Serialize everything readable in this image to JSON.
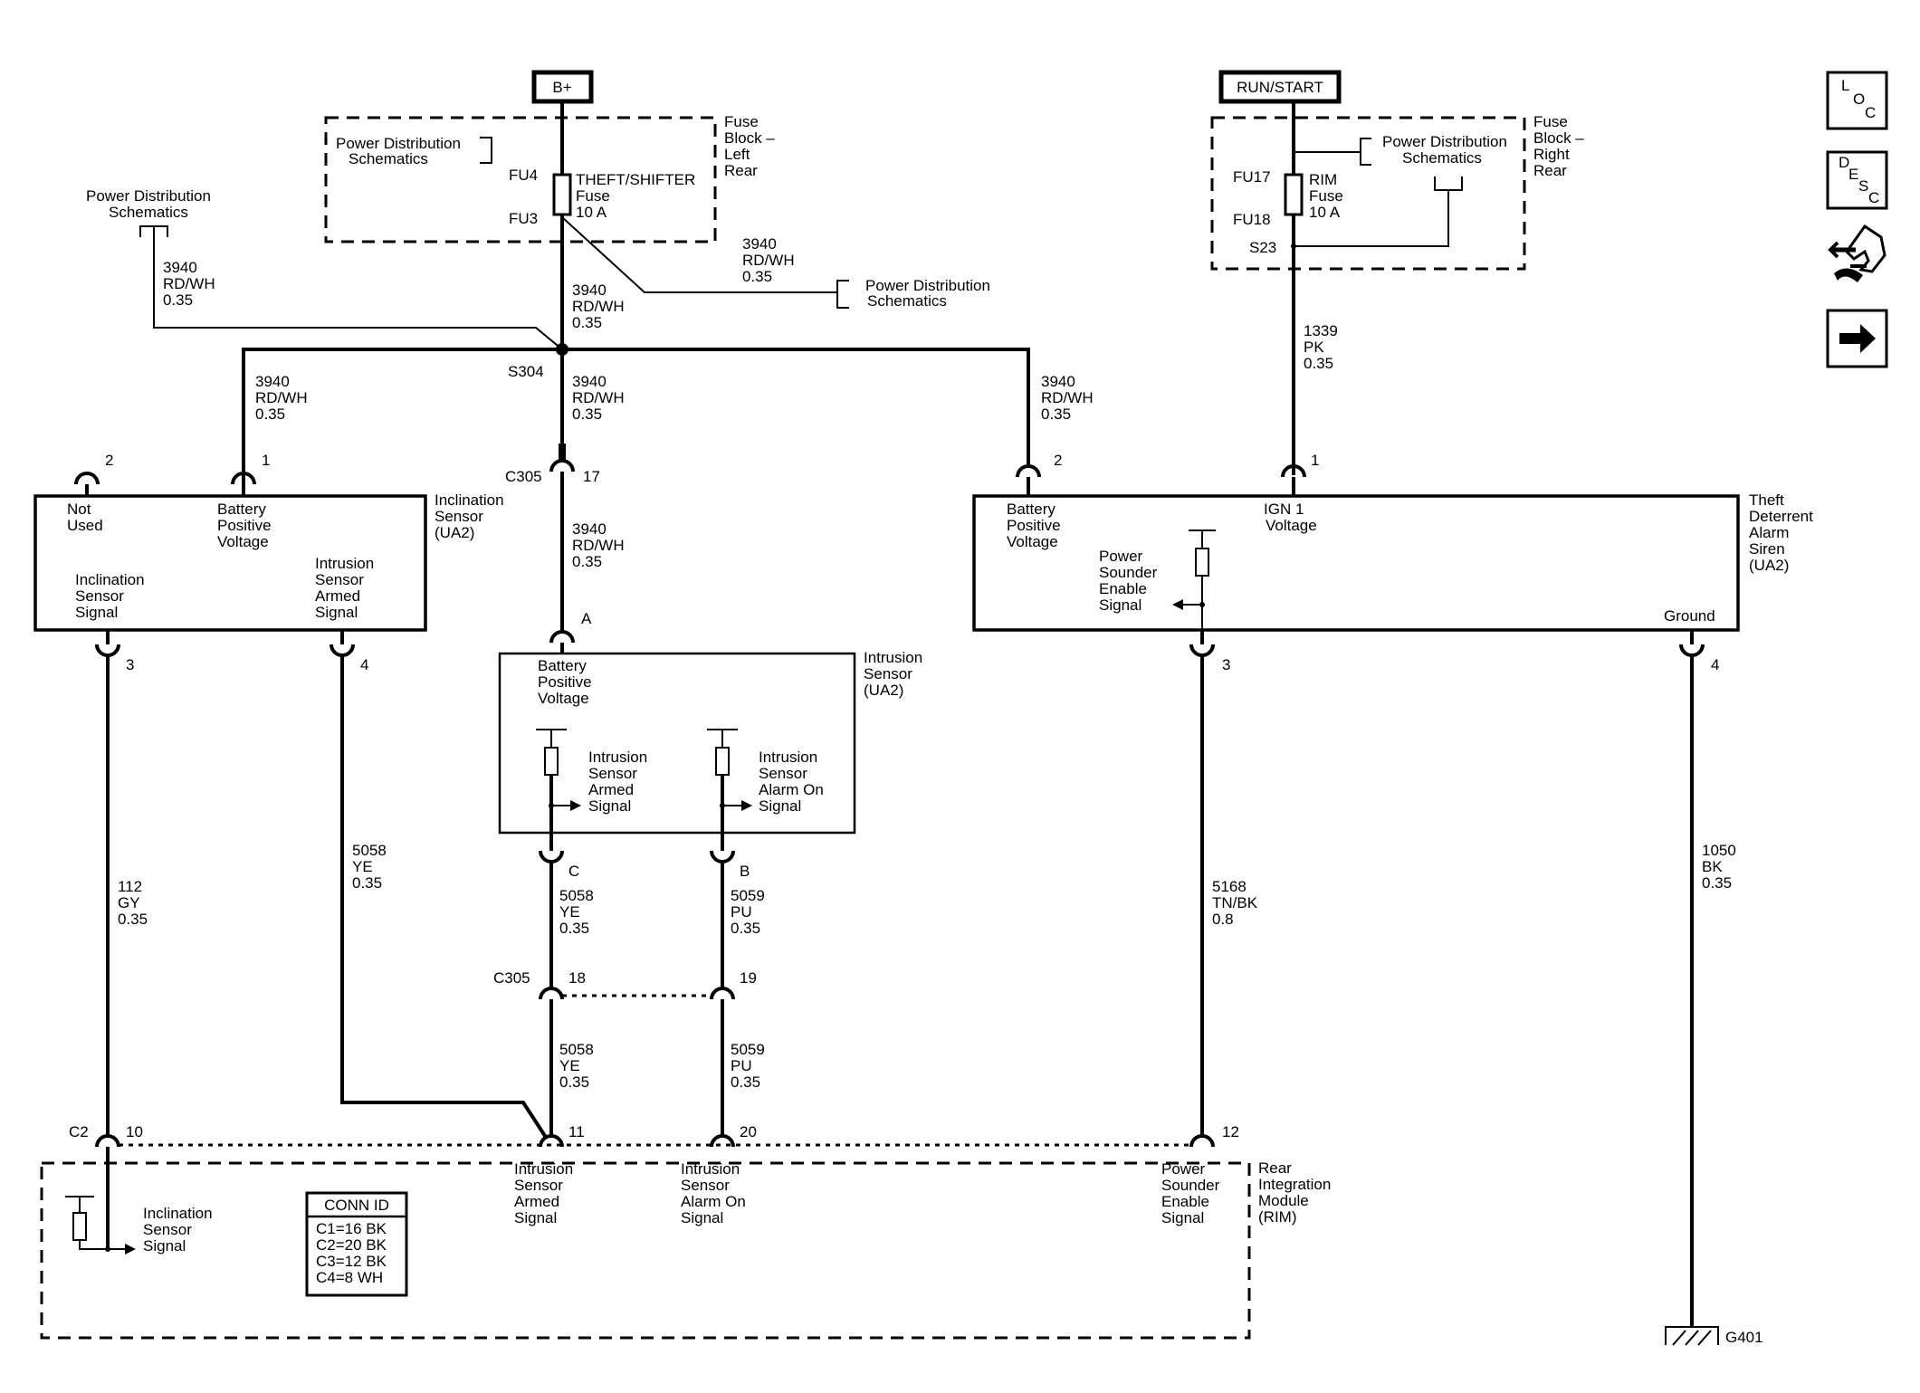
{
  "sources": {
    "bplus": "B+",
    "run_start": "RUN/START"
  },
  "fuse_left": {
    "block_name": [
      "Fuse",
      "Block –",
      "Left",
      "Rear"
    ],
    "pd_ref": [
      "Power Distribution",
      "Schematics"
    ],
    "fu_top": "FU4",
    "fu_bot": "FU3",
    "fuse_label": [
      "THEFT/SHIFTER",
      "Fuse",
      "10 A"
    ]
  },
  "fuse_right": {
    "block_name": [
      "Fuse",
      "Block –",
      "Right",
      "Rear"
    ],
    "pd_ref": [
      "Power Distribution",
      "Schematics"
    ],
    "fu_top": "FU17",
    "fu_bot": "FU18",
    "fuse_label": [
      "RIM",
      "Fuse",
      "10 A"
    ],
    "splice": "S23"
  },
  "pd_left": [
    "Power Distribution",
    "Schematics"
  ],
  "pd_mid": [
    "Power Distribution",
    "Schematics"
  ],
  "wires": {
    "w3940_left": [
      "3940",
      "RD/WH",
      "0.35"
    ],
    "w3940_diag": [
      "3940",
      "RD/WH",
      "0.35"
    ],
    "w3940_fuse_out": [
      "3940",
      "RD/WH",
      "0.35"
    ],
    "w3940_incl": [
      "3940",
      "RD/WH",
      "0.35"
    ],
    "w3940_s304": [
      "3940",
      "RD/WH",
      "0.35"
    ],
    "w3940_siren": [
      "3940",
      "RD/WH",
      "0.35"
    ],
    "w3940_intr": [
      "3940",
      "RD/WH",
      "0.35"
    ],
    "w1339": [
      "1339",
      "PK",
      "0.35"
    ],
    "w112": [
      "112",
      "GY",
      "0.35"
    ],
    "w5058_long": [
      "5058",
      "YE",
      "0.35"
    ],
    "w5058_up": [
      "5058",
      "YE",
      "0.35"
    ],
    "w5059_up": [
      "5059",
      "PU",
      "0.35"
    ],
    "w5058_dn": [
      "5058",
      "YE",
      "0.35"
    ],
    "w5059_dn": [
      "5059",
      "PU",
      "0.35"
    ],
    "w5168": [
      "5168",
      "TN/BK",
      "0.8"
    ],
    "w1050": [
      "1050",
      "BK",
      "0.35"
    ]
  },
  "splices": {
    "s304": "S304"
  },
  "connectors": {
    "c305_top": "C305",
    "c305_top_pin": "17",
    "c305_mid": "C305",
    "c305_mid_pin1": "18",
    "c305_mid_pin2": "19",
    "c2": "C2"
  },
  "inclination": {
    "name": [
      "Inclination",
      "Sensor",
      "(UA2)"
    ],
    "pin2": "2",
    "pin1": "1",
    "pin3": "3",
    "pin4": "4",
    "not_used": [
      "Not",
      "Used"
    ],
    "batt": [
      "Battery",
      "Positive",
      "Voltage"
    ],
    "incl_sig": [
      "Inclination",
      "Sensor",
      "Signal"
    ],
    "intr_armed": [
      "Intrusion",
      "Sensor",
      "Armed",
      "Signal"
    ]
  },
  "intrusion": {
    "name": [
      "Intrusion",
      "Sensor",
      "(UA2)"
    ],
    "pinA": "A",
    "pinC": "C",
    "pinB": "B",
    "batt": [
      "Battery",
      "Positive",
      "Voltage"
    ],
    "armed": [
      "Intrusion",
      "Sensor",
      "Armed",
      "Signal"
    ],
    "alarm_on": [
      "Intrusion",
      "Sensor",
      "Alarm On",
      "Signal"
    ]
  },
  "siren": {
    "name": [
      "Theft",
      "Deterrent",
      "Alarm",
      "Siren",
      "(UA2)"
    ],
    "pin2": "2",
    "pin1": "1",
    "pin3": "3",
    "pin4": "4",
    "batt": [
      "Battery",
      "Positive",
      "Voltage"
    ],
    "ign": [
      "IGN 1",
      "Voltage"
    ],
    "sounder": [
      "Power",
      "Sounder",
      "Enable",
      "Signal"
    ],
    "ground": "Ground"
  },
  "rim": {
    "name": [
      "Rear",
      "Integration",
      "Module",
      "(RIM)"
    ],
    "pin10": "10",
    "pin11": "11",
    "pin20": "20",
    "pin12": "12",
    "incl_sig": [
      "Inclination",
      "Sensor",
      "Signal"
    ],
    "armed": [
      "Intrusion",
      "Sensor",
      "Armed",
      "Signal"
    ],
    "alarm_on": [
      "Intrusion",
      "Sensor",
      "Alarm On",
      "Signal"
    ],
    "sounder": [
      "Power",
      "Sounder",
      "Enable",
      "Signal"
    ]
  },
  "conn_id": {
    "title": "CONN ID",
    "rows": [
      "C1=16 BK",
      "C2=20 BK",
      "C3=12 BK",
      "C4=8 WH"
    ]
  },
  "ground": "G401",
  "icons": {
    "loc": [
      "L",
      "O",
      "C"
    ],
    "desc": [
      "D",
      "E",
      "S",
      "C"
    ]
  }
}
